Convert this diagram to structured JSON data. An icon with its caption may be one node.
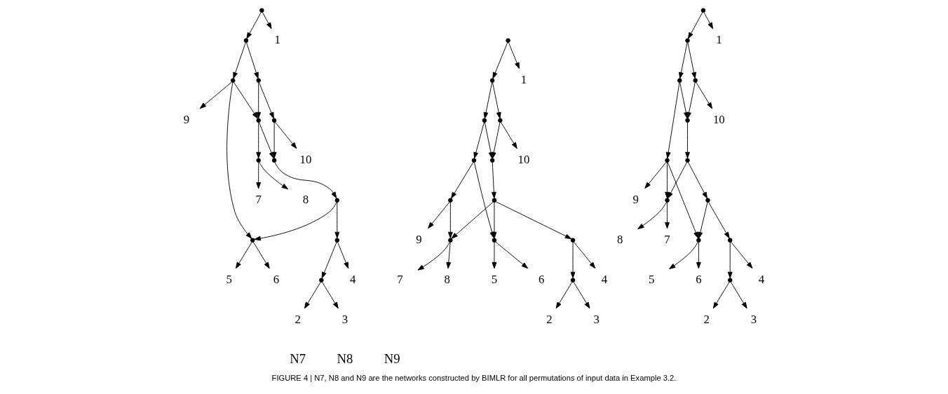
{
  "diagram": {
    "caption": "FIGURE 4 | N7, N8 and N9 are the networks constructed by BIMLR for all permutations of input data in Example 3.2.",
    "nodes": [
      {
        "text": [],
        "shape": "circle"
      },
      {
        "text": [],
        "shape": "circle"
      },
      {
        "text": [],
        "shape": "circle"
      },
      {
        "text": [],
        "shape": "circle"
      },
      {
        "text": [],
        "shape": "circle"
      },
      {
        "text": [],
        "shape": "circle"
      },
      {
        "text": [],
        "shape": "circle"
      },
      {
        "text": [],
        "shape": "circle"
      },
      {
        "text": [],
        "shape": "circle"
      },
      {
        "text": [],
        "shape": "circle"
      },
      {
        "text": [],
        "shape": "circle"
      },
      {
        "text": [],
        "shape": "circle"
      },
      {
        "text": [
          "1"
        ]
      },
      {
        "text": [
          "9"
        ]
      },
      {
        "text": [
          "10"
        ]
      },
      {
        "text": [
          "7"
        ]
      },
      {
        "text": [
          "8"
        ]
      },
      {
        "text": [
          "5"
        ]
      },
      {
        "text": [
          "6"
        ]
      },
      {
        "text": [
          "4"
        ]
      },
      {
        "text": [
          "2"
        ]
      },
      {
        "text": [
          "3"
        ]
      },
      {
        "text": [],
        "shape": "circle"
      },
      {
        "text": [],
        "shape": "circle"
      },
      {
        "text": [],
        "shape": "circle"
      },
      {
        "text": [],
        "shape": "circle"
      },
      {
        "text": [],
        "shape": "circle"
      },
      {
        "text": [],
        "shape": "circle"
      },
      {
        "text": [],
        "shape": "circle"
      },
      {
        "text": [],
        "shape": "circle"
      },
      {
        "text": [],
        "shape": "circle"
      },
      {
        "text": [],
        "shape": "circle"
      },
      {
        "text": [],
        "shape": "circle"
      },
      {
        "text": [],
        "shape": "circle"
      },
      {
        "text": [
          "1"
        ]
      },
      {
        "text": [
          "10"
        ]
      },
      {
        "text": [
          "9"
        ]
      },
      {
        "text": [
          "7"
        ]
      },
      {
        "text": [
          "8"
        ]
      },
      {
        "text": [
          "5"
        ]
      },
      {
        "text": [
          "6"
        ]
      },
      {
        "text": [
          "4"
        ]
      },
      {
        "text": [
          "2"
        ]
      },
      {
        "text": [
          "3"
        ]
      },
      {
        "text": [],
        "shape": "circle"
      },
      {
        "text": [],
        "shape": "circle"
      },
      {
        "text": [],
        "shape": "circle"
      },
      {
        "text": [],
        "shape": "circle"
      },
      {
        "text": [],
        "shape": "circle"
      },
      {
        "text": [],
        "shape": "circle"
      },
      {
        "text": [],
        "shape": "circle"
      },
      {
        "text": [],
        "shape": "circle"
      },
      {
        "text": [],
        "shape": "circle"
      },
      {
        "text": [],
        "shape": "circle"
      },
      {
        "text": [],
        "shape": "circle"
      },
      {
        "text": [],
        "shape": "circle"
      },
      {
        "text": [
          "1"
        ]
      },
      {
        "text": [
          "10"
        ]
      },
      {
        "text": [
          "9"
        ]
      },
      {
        "text": [
          "7"
        ]
      },
      {
        "text": [
          "8"
        ]
      },
      {
        "text": [
          "5"
        ]
      },
      {
        "text": [
          "6"
        ]
      },
      {
        "text": [
          "4"
        ]
      },
      {
        "text": [
          "2"
        ]
      },
      {
        "text": [
          "3"
        ]
      }
    ],
    "edges": [
      {
        "from": 0,
        "to": 1,
        "arrow": "to"
      },
      {
        "from": 1,
        "to": 2,
        "arrow": "to"
      },
      {
        "from": 1,
        "to": 3,
        "arrow": "to"
      },
      {
        "from": 2,
        "to": 4,
        "arrow": "to"
      },
      {
        "from": 3,
        "to": 4,
        "arrow": "to"
      },
      {
        "from": 3,
        "to": 5,
        "arrow": "to"
      },
      {
        "from": 4,
        "to": 6,
        "arrow": "to"
      },
      {
        "from": 4,
        "to": 7,
        "arrow": "to"
      },
      {
        "from": 5,
        "to": 7,
        "arrow": "to"
      },
      {
        "from": 7,
        "to": 8,
        "arrow": "to"
      },
      {
        "from": 8,
        "to": 9,
        "arrow": "to"
      },
      {
        "from": 2,
        "to": 9,
        "arrow": "to"
      },
      {
        "from": 8,
        "to": 10,
        "arrow": "to"
      },
      {
        "from": 10,
        "to": 11,
        "arrow": "to"
      },
      {
        "from": 0,
        "to": 12,
        "arrow": "to"
      },
      {
        "from": 2,
        "to": 13,
        "arrow": "to"
      },
      {
        "from": 5,
        "to": 14,
        "arrow": "to"
      },
      {
        "from": 6,
        "to": 15,
        "arrow": "to"
      },
      {
        "from": 6,
        "to": 16,
        "arrow": "to"
      },
      {
        "from": 9,
        "to": 17,
        "arrow": "to"
      },
      {
        "from": 9,
        "to": 18,
        "arrow": "to"
      },
      {
        "from": 10,
        "to": 19,
        "arrow": "to"
      },
      {
        "from": 11,
        "to": 20,
        "arrow": "to"
      },
      {
        "from": 11,
        "to": 21,
        "arrow": "to"
      },
      {
        "from": 22,
        "to": 23,
        "arrow": "to"
      },
      {
        "from": 23,
        "to": 24,
        "arrow": "to"
      },
      {
        "from": 23,
        "to": 25,
        "arrow": "to"
      },
      {
        "from": 24,
        "to": 26,
        "arrow": "to"
      },
      {
        "from": 24,
        "to": 27,
        "arrow": "to"
      },
      {
        "from": 25,
        "to": 27,
        "arrow": "to"
      },
      {
        "from": 26,
        "to": 28,
        "arrow": "to"
      },
      {
        "from": 26,
        "to": 31,
        "arrow": "to"
      },
      {
        "from": 27,
        "to": 29,
        "arrow": "to"
      },
      {
        "from": 29,
        "to": 30,
        "arrow": "to"
      },
      {
        "from": 29,
        "to": 31,
        "arrow": "to"
      },
      {
        "from": 29,
        "to": 32,
        "arrow": "to"
      },
      {
        "from": 28,
        "to": 30,
        "arrow": "to"
      },
      {
        "from": 32,
        "to": 33,
        "arrow": "to"
      },
      {
        "from": 22,
        "to": 34,
        "arrow": "to"
      },
      {
        "from": 25,
        "to": 35,
        "arrow": "to"
      },
      {
        "from": 28,
        "to": 36,
        "arrow": "to"
      },
      {
        "from": 30,
        "to": 37,
        "arrow": "to"
      },
      {
        "from": 30,
        "to": 38,
        "arrow": "to"
      },
      {
        "from": 31,
        "to": 39,
        "arrow": "to"
      },
      {
        "from": 31,
        "to": 40,
        "arrow": "to"
      },
      {
        "from": 32,
        "to": 41,
        "arrow": "to"
      },
      {
        "from": 33,
        "to": 42,
        "arrow": "to"
      },
      {
        "from": 33,
        "to": 43,
        "arrow": "to"
      },
      {
        "from": 44,
        "to": 45,
        "arrow": "to"
      },
      {
        "from": 45,
        "to": 46,
        "arrow": "to"
      },
      {
        "from": 45,
        "to": 47,
        "arrow": "to"
      },
      {
        "from": 46,
        "to": 48,
        "arrow": "to"
      },
      {
        "from": 47,
        "to": 48,
        "arrow": "to"
      },
      {
        "from": 47,
        "to": 49,
        "arrow": "to"
      },
      {
        "from": 48,
        "to": 50,
        "arrow": "to"
      },
      {
        "from": 50,
        "to": 51,
        "arrow": "to"
      },
      {
        "from": 50,
        "to": 52,
        "arrow": "to"
      },
      {
        "from": 49,
        "to": 52,
        "arrow": "to"
      },
      {
        "from": 49,
        "to": 54,
        "arrow": "to"
      },
      {
        "from": 51,
        "to": 53,
        "arrow": "to"
      },
      {
        "from": 51,
        "to": 54,
        "arrow": "to"
      },
      {
        "from": 53,
        "to": 55,
        "arrow": "to"
      },
      {
        "from": 44,
        "to": 56,
        "arrow": "to"
      },
      {
        "from": 46,
        "to": 57,
        "arrow": "to"
      },
      {
        "from": 49,
        "to": 58,
        "arrow": "to"
      },
      {
        "from": 52,
        "to": 59,
        "arrow": "to"
      },
      {
        "from": 52,
        "to": 60,
        "arrow": "to"
      },
      {
        "from": 54,
        "to": 61,
        "arrow": "to"
      },
      {
        "from": 54,
        "to": 62,
        "arrow": "to"
      },
      {
        "from": 53,
        "to": 63,
        "arrow": "to"
      },
      {
        "from": 55,
        "to": 64,
        "arrow": "to"
      },
      {
        "from": 55,
        "to": 65,
        "arrow": "to"
      }
    ],
    "labels": [
      "N7",
      "N8",
      "N9"
    ]
  }
}
